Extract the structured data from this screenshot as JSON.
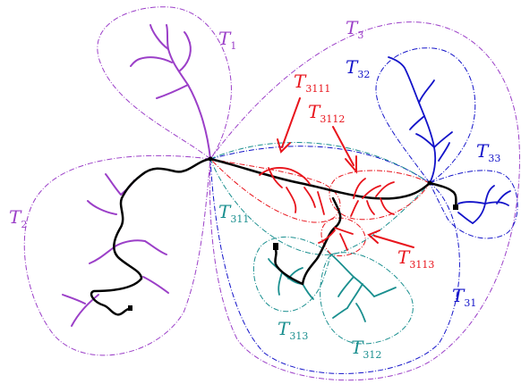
{
  "colors": {
    "purple": "#9b3fc8",
    "black": "#000000",
    "blue": "#1313c9",
    "teal": "#1a8f8f",
    "red": "#e8141c"
  },
  "labels": {
    "t1": {
      "main": "T",
      "sub": "1"
    },
    "t2": {
      "main": "T",
      "sub": "2"
    },
    "t3": {
      "main": "T",
      "sub": "3"
    },
    "t31": {
      "main": "T",
      "sub": "31"
    },
    "t32": {
      "main": "T",
      "sub": "32"
    },
    "t33": {
      "main": "T",
      "sub": "33"
    },
    "t311": {
      "main": "T",
      "sub": "311"
    },
    "t312": {
      "main": "T",
      "sub": "312"
    },
    "t313": {
      "main": "T",
      "sub": "313"
    },
    "t3111": {
      "main": "T",
      "sub": "3111"
    },
    "t3112": {
      "main": "T",
      "sub": "3112"
    },
    "t3113": {
      "main": "T",
      "sub": "3113"
    }
  }
}
